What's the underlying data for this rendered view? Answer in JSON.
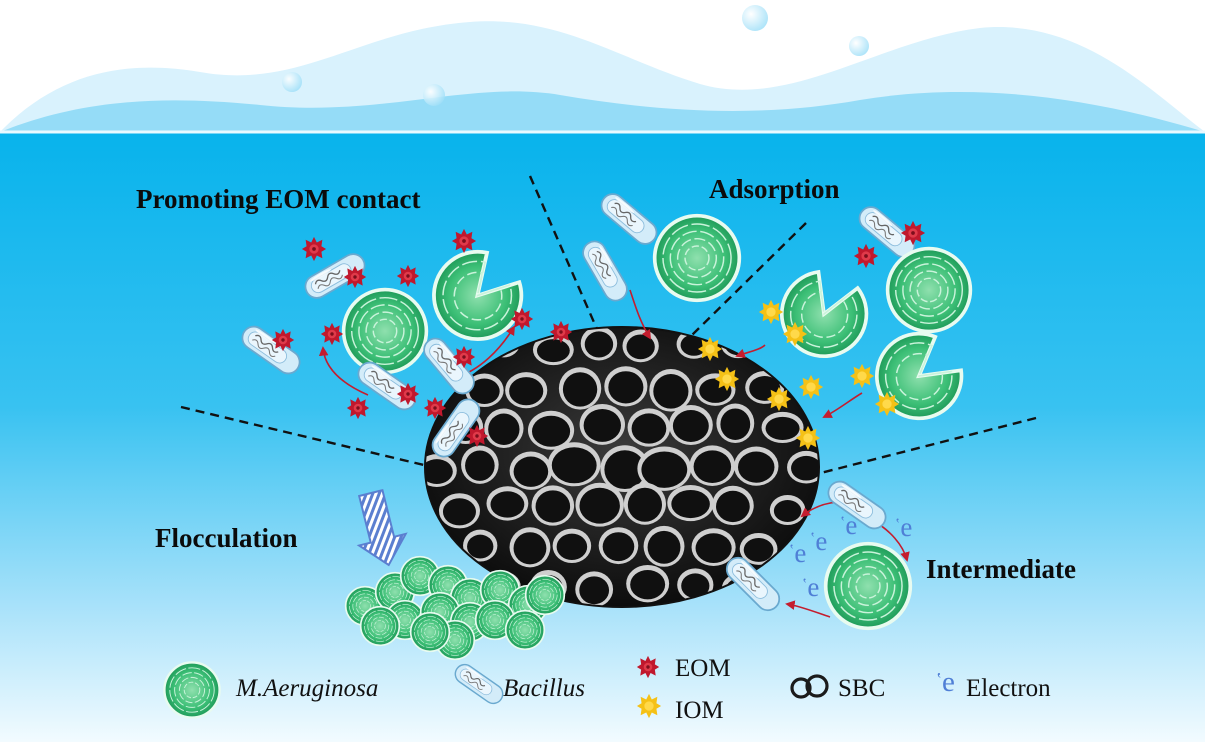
{
  "labels": {
    "promoting": "Promoting EOM contact",
    "adsorption": "Adsorption",
    "flocculation": "Flocculation",
    "intermediate": "Intermediate"
  },
  "electron_glyph": "e",
  "legend": {
    "m_aeruginosa": "M.Aeruginosa",
    "bacillus": "Bacillus",
    "eom": "EOM",
    "iom": "IOM",
    "sbc": "SBC",
    "electron": "Electron"
  },
  "icons": {
    "m_aeruginosa": "green-concentric-cell-icon",
    "bacillus": "blue-capsule-rod-icon",
    "eom": "red-spiky-particle-icon",
    "iom": "yellow-spiky-particle-icon",
    "sbc": "double-ring-icon",
    "electron": "electron-e-icon",
    "flocculation_arrow": "striped-down-arrow-icon",
    "bubble": "bubble-icon"
  },
  "colors": {
    "water_top": "#0bb6ee",
    "water_bottom": "#eaf8fe",
    "wave": "#cdeefc",
    "cell_green": "#2fb36a",
    "bacillus_blue": "#bfe3f7",
    "eom_red": "#c0182d",
    "iom_yellow": "#f5c116",
    "electron_blue": "#4f7fd6",
    "arrow_red": "#c41d2e",
    "sbc_dark": "#1b1b1b"
  }
}
